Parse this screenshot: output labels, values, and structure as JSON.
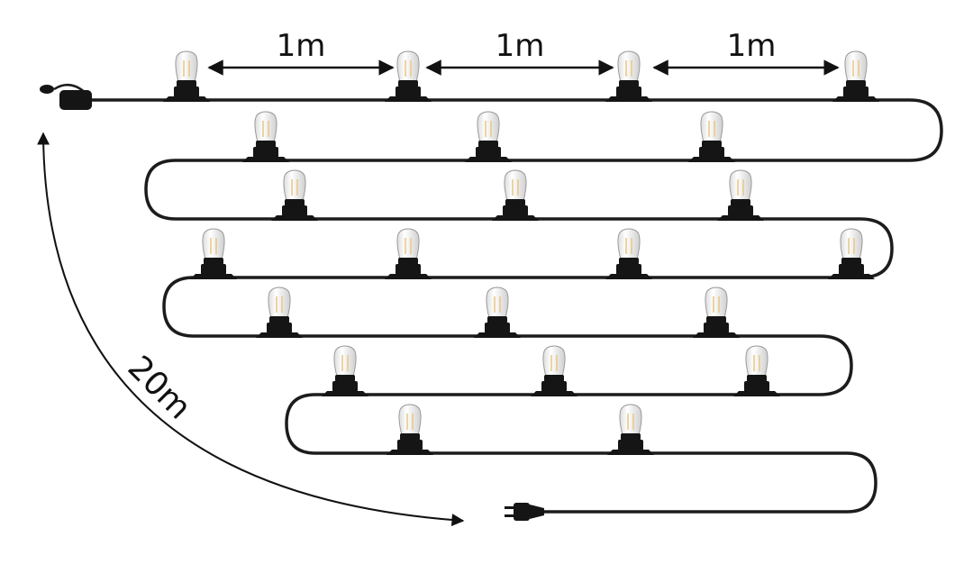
{
  "dimensions": {
    "spacing_labels": [
      "1m",
      "1m",
      "1m"
    ],
    "total_length_label": "20m"
  },
  "colors": {
    "cable": "#1c1c1c",
    "socket": "#151515",
    "bulb_glass": "#f3f3f3",
    "filament": "#e8c98a",
    "arrow": "#111111"
  },
  "icons": {
    "bulb": "led-bulb-icon",
    "female_connector": "end-connector-icon",
    "male_plug": "power-plug-icon"
  }
}
